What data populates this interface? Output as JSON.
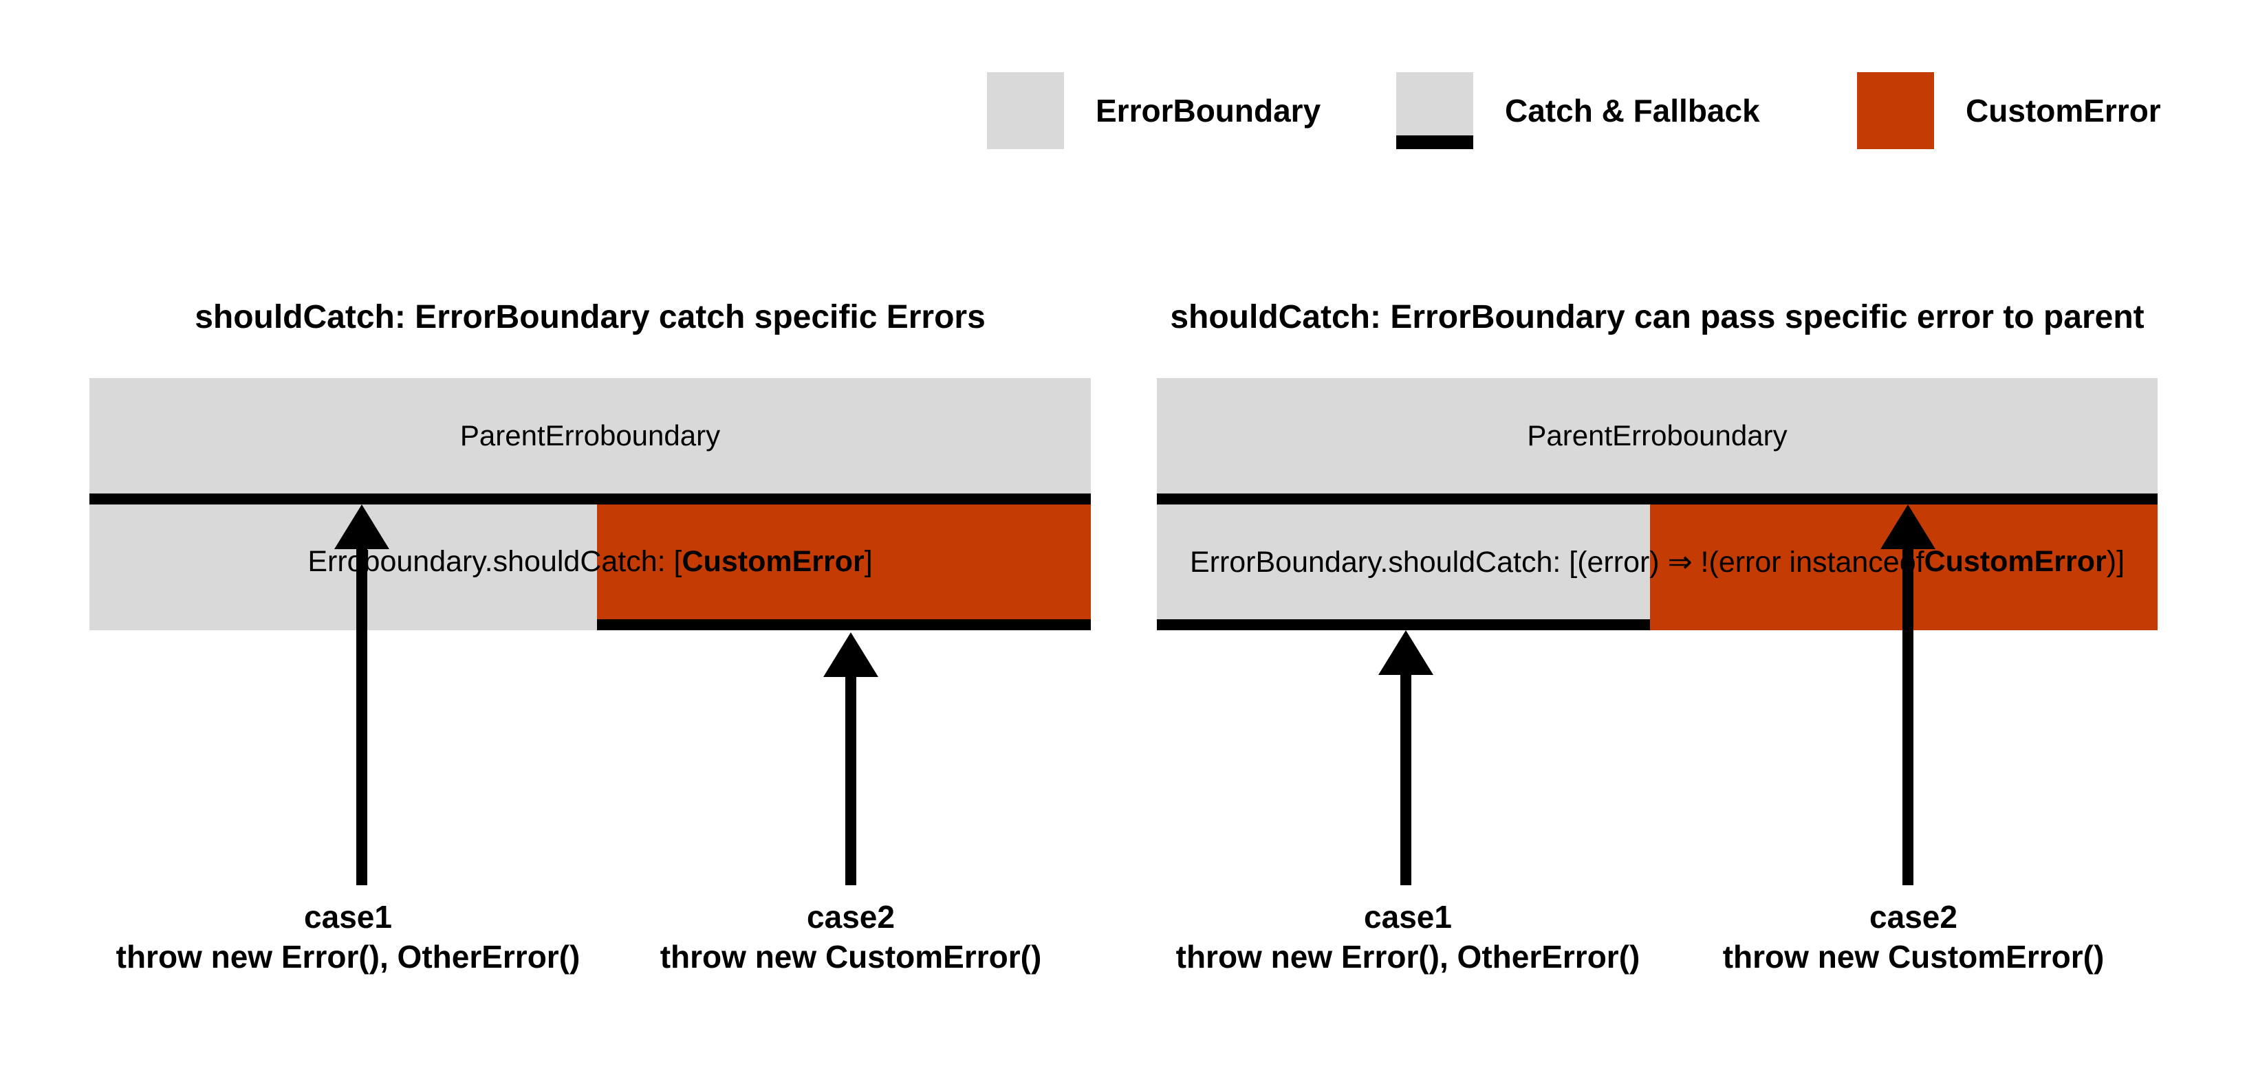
{
  "colors": {
    "error_boundary_fill": "#D9D9D9",
    "custom_error_fill": "#C43C04",
    "catch_strip": "#000000",
    "background": "#FFFFFF",
    "text": "#000000"
  },
  "legend": {
    "items": [
      {
        "swatch": "error-boundary-swatch",
        "label": "ErrorBoundary"
      },
      {
        "swatch": "catch-fallback-swatch",
        "label": "Catch & Fallback"
      },
      {
        "swatch": "custom-error-swatch",
        "label": "CustomError"
      }
    ]
  },
  "diagrams": [
    {
      "title": "shouldCatch: ErrorBoundary catch specific Errors",
      "parent_label": "ParentErroboundary",
      "child_label": {
        "prefix": "Erroboundary.shouldCatch: [",
        "bold": "CustomError",
        "suffix": "]"
      },
      "cases": [
        {
          "name": "case1",
          "code": "throw new Error(), OtherError()"
        },
        {
          "name": "case2",
          "code": "throw new CustomError()"
        }
      ]
    },
    {
      "title": "shouldCatch: ErrorBoundary can pass specific error to parent",
      "parent_label": "ParentErroboundary",
      "child_label": {
        "prefix": "ErrorBoundary.shouldCatch: [(error) ⇒ !(error instanceof ",
        "bold": "CustomError",
        "suffix": ")]"
      },
      "cases": [
        {
          "name": "case1",
          "code": "throw new Error(), OtherError()"
        },
        {
          "name": "case2",
          "code": "throw new CustomError()"
        }
      ]
    }
  ]
}
